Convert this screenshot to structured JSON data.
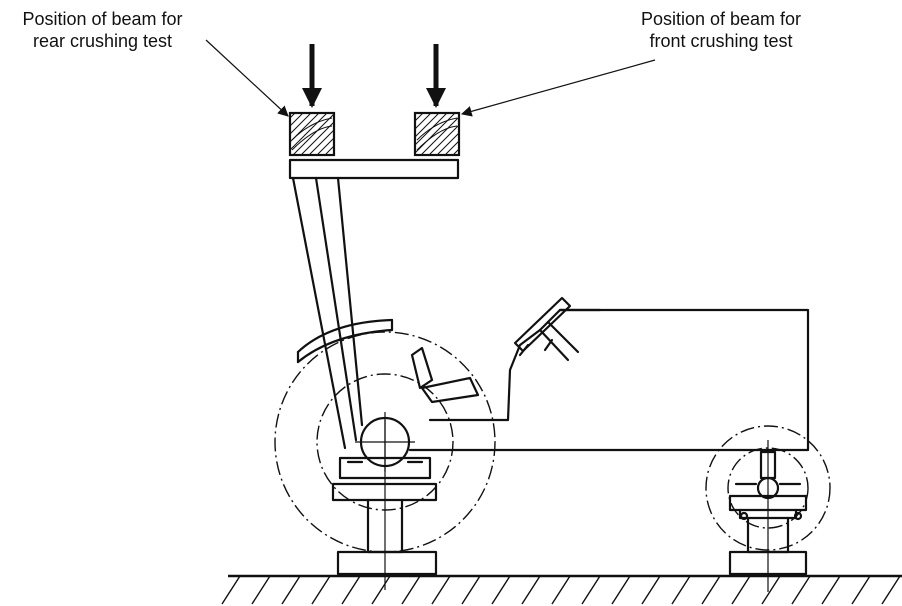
{
  "labels": {
    "rear_beam": [
      "Position of beam for",
      "rear crushing test"
    ],
    "front_beam": [
      "Position of beam for",
      "front crushing test"
    ]
  }
}
